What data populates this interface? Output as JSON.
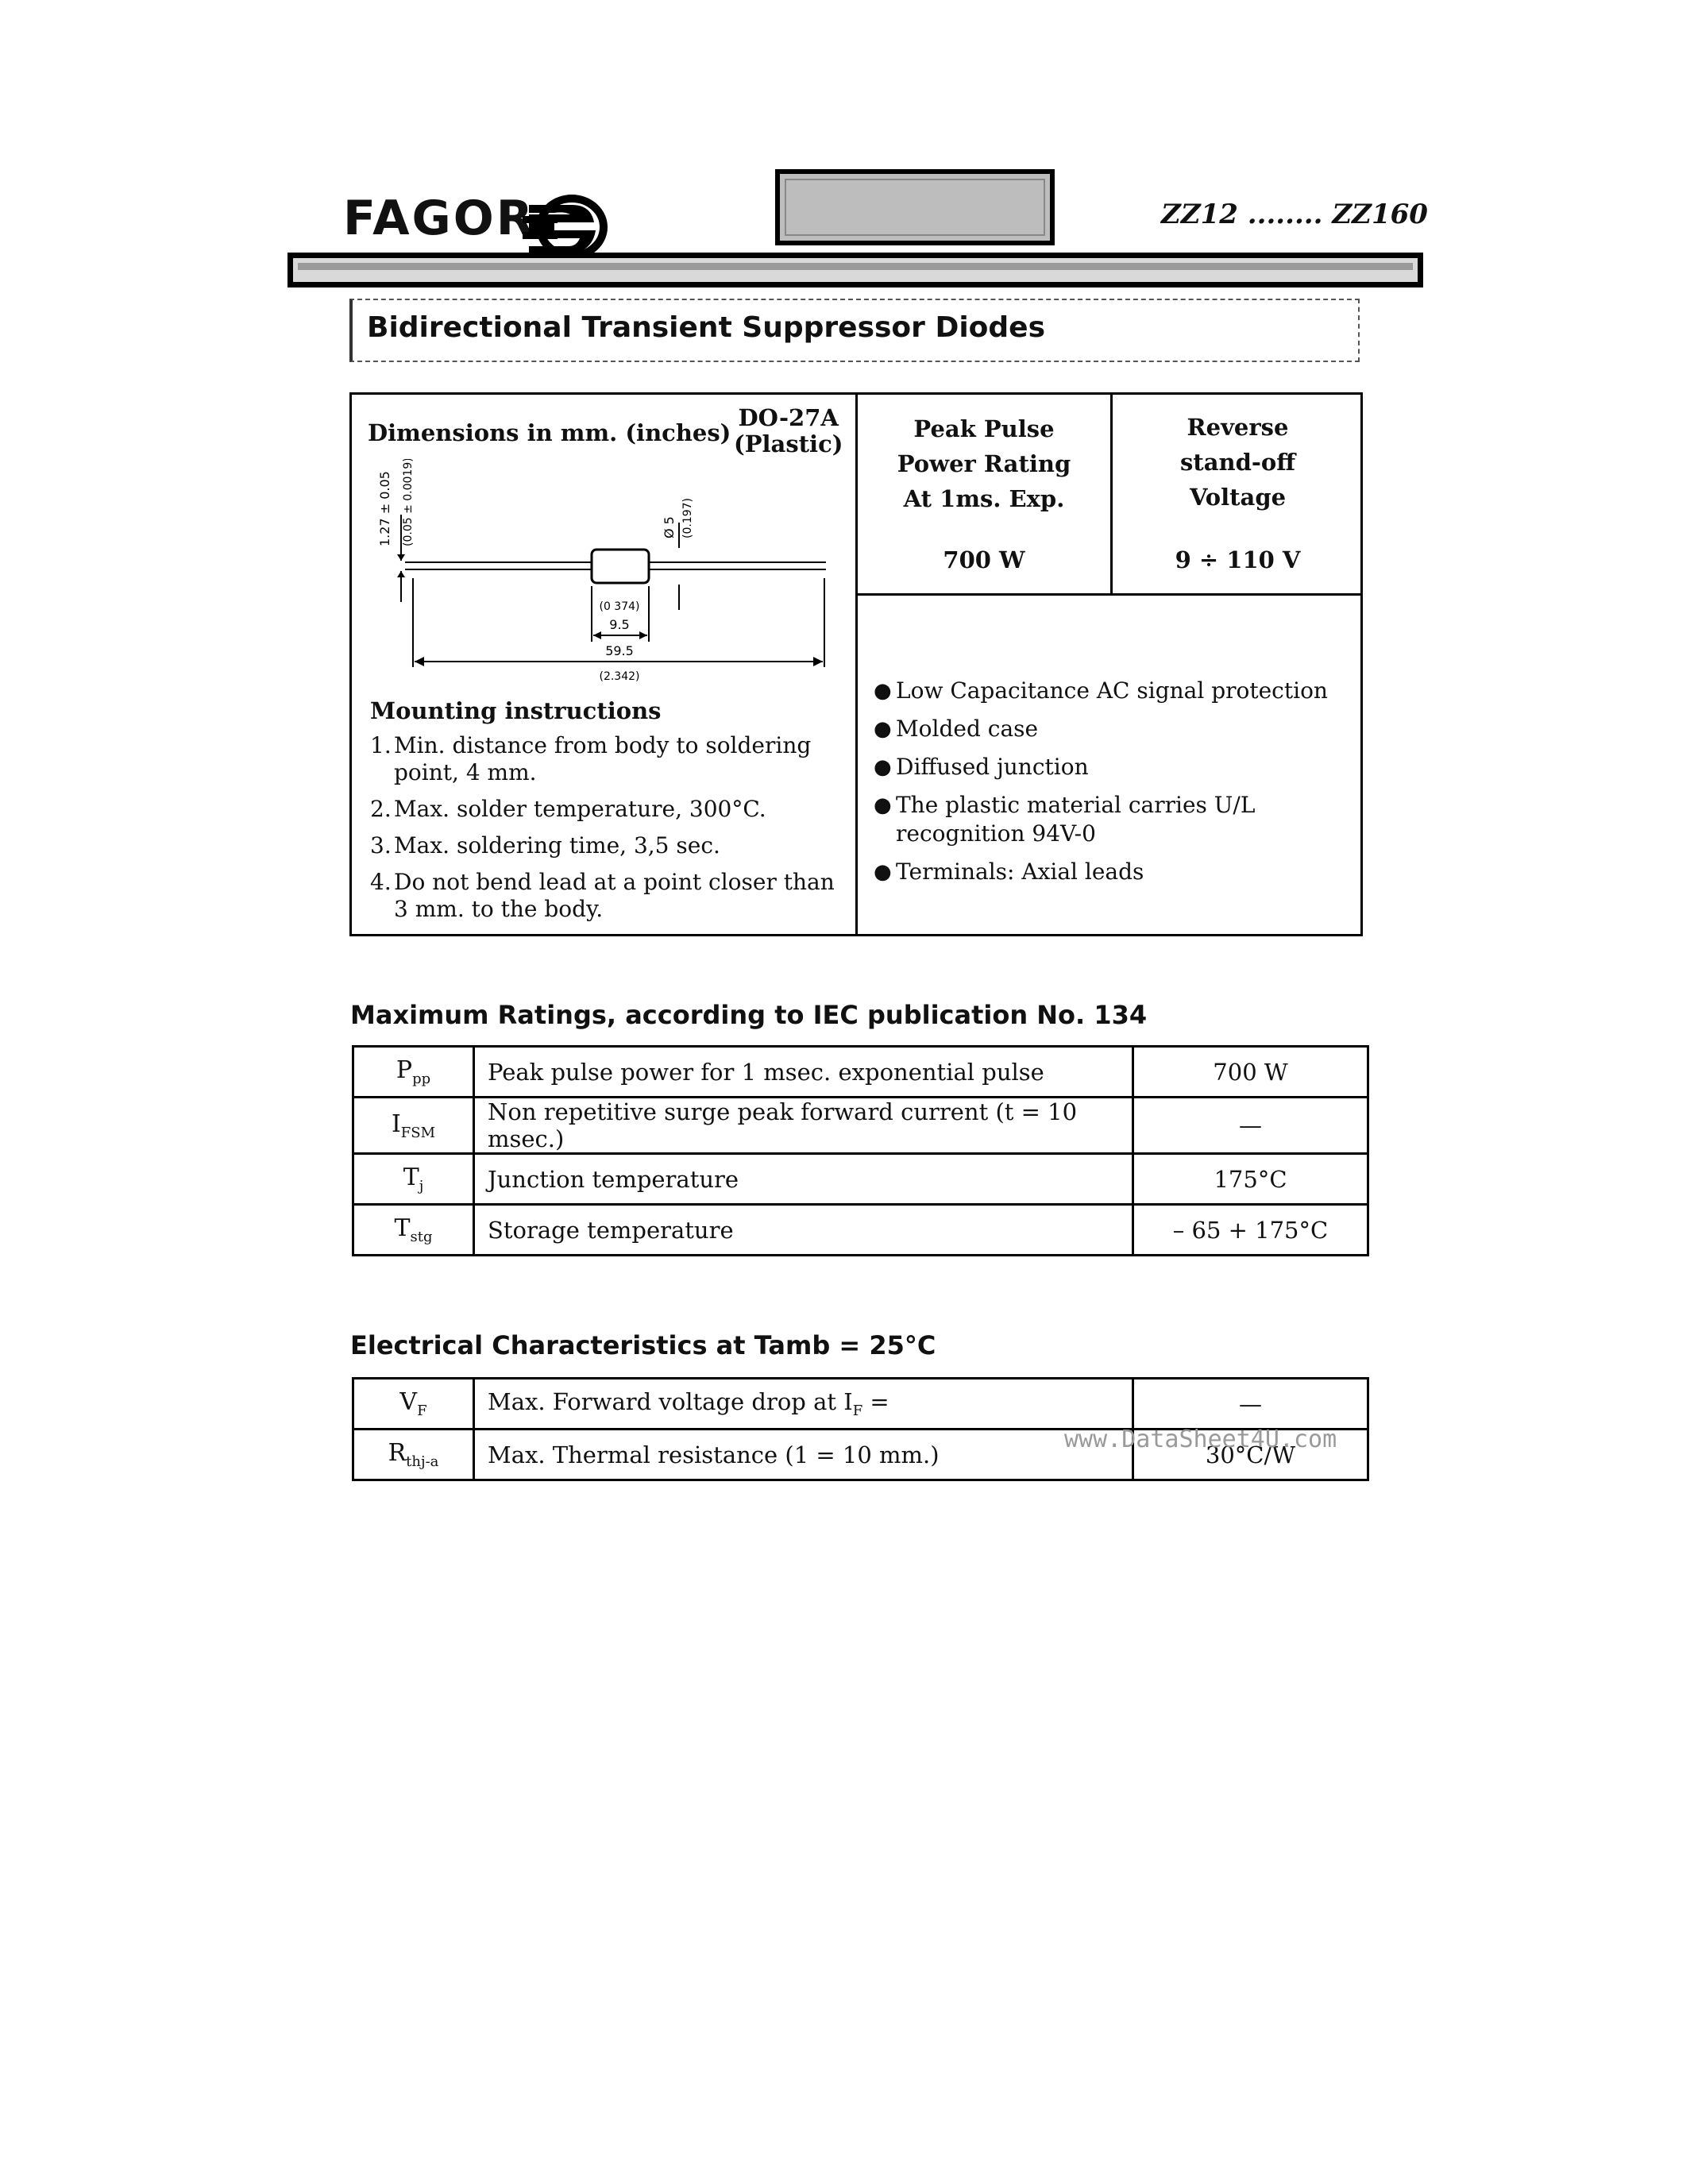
{
  "header": {
    "brand": "FAGOR",
    "part_range": "ZZ12 ........ ZZ160"
  },
  "title": "Bidirectional Transient Suppressor Diodes",
  "dimensions": {
    "title": "Dimensions in mm. (inches)",
    "package_line1": "DO-27A",
    "package_line2": "(Plastic)",
    "labels": {
      "lead_dia": "1.27 ± 0.05",
      "lead_dia_in": "(0.05 ± 0.0019)",
      "body_dia": "Ø 5",
      "body_dia_in": "(0.197)",
      "body_len_in": "(0 374)",
      "body_len": "9.5",
      "total_len": "59.5",
      "total_len_in": "(2.342)"
    }
  },
  "peak_pulse": {
    "header_lines": [
      "Peak Pulse",
      "Power Rating",
      "At 1ms. Exp."
    ],
    "value": "700 W"
  },
  "reverse": {
    "header_lines": [
      "Reverse",
      "stand-off",
      "Voltage"
    ],
    "value": "9 ÷ 110 V"
  },
  "mounting": {
    "title": "Mounting instructions",
    "items": [
      {
        "num": "1.",
        "text": "Min. distance from body to soldering point, 4 mm."
      },
      {
        "num": "2.",
        "text": "Max. solder temperature, 300°C."
      },
      {
        "num": "3.",
        "text": "Max. soldering time, 3,5 sec."
      },
      {
        "num": "4.",
        "text": "Do not bend lead at a point closer than 3 mm. to the body."
      }
    ]
  },
  "features": [
    "Low Capacitance AC signal protection",
    "Molded case",
    "Diffused junction",
    "The plastic material carries U/L recognition 94V-0",
    "Terminals: Axial leads"
  ],
  "max_ratings": {
    "title": "Maximum Ratings, according to IEC publication No. 134",
    "rows": [
      {
        "sym": "P",
        "sub": "pp",
        "desc": "Peak pulse power for 1 msec. exponential pulse",
        "val": "700 W"
      },
      {
        "sym": "I",
        "sub": "FSM",
        "desc": "Non repetitive surge peak forward current (t = 10 msec.)",
        "val": "—"
      },
      {
        "sym": "T",
        "sub": "j",
        "desc": "Junction temperature",
        "val": "175°C"
      },
      {
        "sym": "T",
        "sub": "stg",
        "desc": "Storage temperature",
        "val": "– 65 + 175°C"
      }
    ]
  },
  "electrical": {
    "title": "Electrical Characteristics at Tamb = 25°C",
    "rows": [
      {
        "sym": "V",
        "sub": "F",
        "desc": "Max. Forward voltage drop at I",
        "desc_sub": "F",
        "desc_after": " =",
        "val": "—"
      },
      {
        "sym": "R",
        "sub": "thj-a",
        "desc": "Max. Thermal resistance (1 = 10 mm.)",
        "desc_sub": "",
        "desc_after": "",
        "val": "30°C/W"
      }
    ]
  },
  "watermark": "www.DataSheet4U.com"
}
